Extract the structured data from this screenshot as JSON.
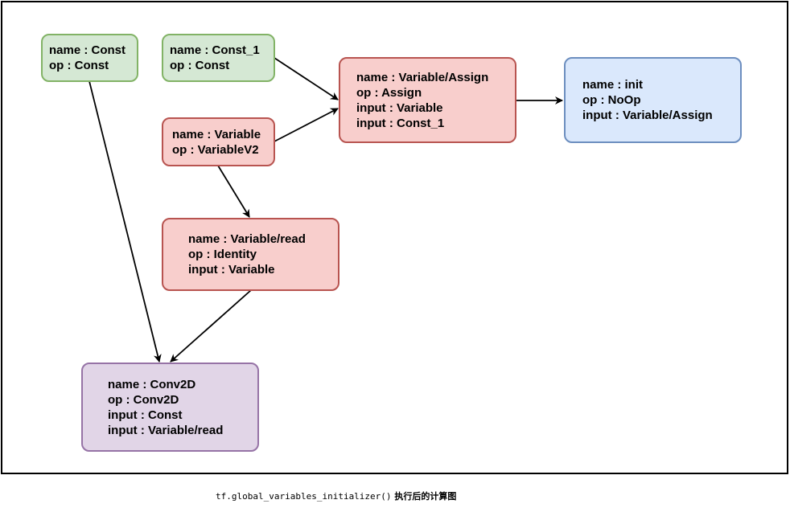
{
  "diagram": {
    "nodes": {
      "const": {
        "lines": [
          "name : Const",
          "op : Const"
        ],
        "color": "#d5e8d4",
        "border": "#82b366"
      },
      "const_1": {
        "lines": [
          "name : Const_1",
          "op : Const"
        ],
        "color": "#d5e8d4",
        "border": "#82b366"
      },
      "variable": {
        "lines": [
          "name : Variable",
          "op : VariableV2"
        ],
        "color": "#f8cecc",
        "border": "#b85450"
      },
      "variable_assign": {
        "lines": [
          "name : Variable/Assign",
          "op : Assign",
          "input : Variable",
          "input : Const_1"
        ],
        "color": "#f8cecc",
        "border": "#b85450"
      },
      "init": {
        "lines": [
          "name : init",
          "op : NoOp",
          "input : Variable/Assign"
        ],
        "color": "#dae8fc",
        "border": "#6c8ebf"
      },
      "variable_read": {
        "lines": [
          "name : Variable/read",
          "op : Identity",
          "input : Variable"
        ],
        "color": "#f8cecc",
        "border": "#b85450"
      },
      "conv2d": {
        "lines": [
          "name : Conv2D",
          "op : Conv2D",
          "input : Const",
          "input : Variable/read"
        ],
        "color": "#e1d5e7",
        "border": "#9673a6"
      }
    },
    "edges": [
      {
        "from": "const_1",
        "to": "variable_assign"
      },
      {
        "from": "variable",
        "to": "variable_assign"
      },
      {
        "from": "variable_assign",
        "to": "init"
      },
      {
        "from": "variable",
        "to": "variable_read"
      },
      {
        "from": "const",
        "to": "conv2d"
      },
      {
        "from": "variable_read",
        "to": "conv2d"
      }
    ]
  },
  "caption": {
    "code": "tf.global_variables_initializer()",
    "text": " 执行后的计算图"
  }
}
